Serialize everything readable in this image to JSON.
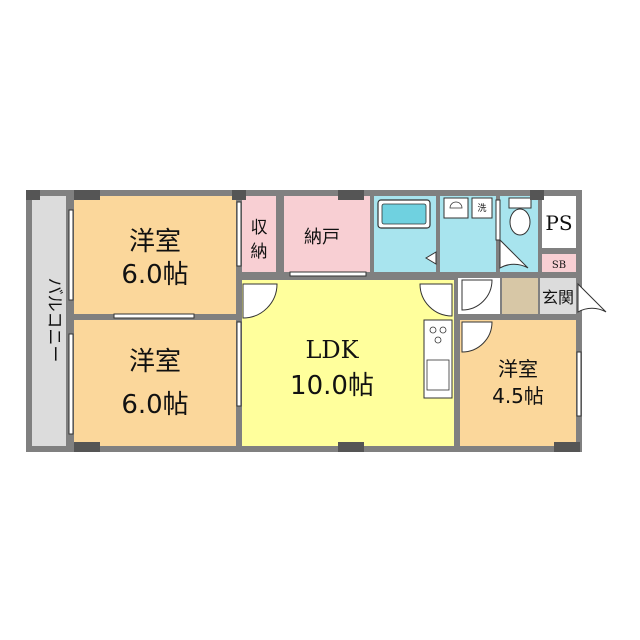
{
  "rooms": {
    "western_1": {
      "name": "洋室",
      "size": "6.0帖"
    },
    "western_2": {
      "name": "洋室",
      "size": "6.0帖"
    },
    "ldk": {
      "name": "LDK",
      "size": "10.0帖"
    },
    "western_3": {
      "name": "洋室",
      "size": "4.5帖"
    },
    "storage": {
      "line1": "収",
      "line2": "納"
    },
    "closet": {
      "name": "納戸"
    },
    "ps": {
      "name": "PS"
    },
    "sb": {
      "name": "SB"
    },
    "entrance": {
      "name": "玄関"
    },
    "washroom": {
      "name": "洗"
    },
    "balcony": {
      "name": "バルコニー"
    }
  },
  "colors": {
    "wall": "#808080",
    "western": "#fbd79b",
    "ldk": "#ffff9c",
    "storage": "#f8cfd3",
    "wet": "#a8e4ee",
    "balcony": "#dcdcdc",
    "entrance": "#d7c7a6",
    "pillar": "#555555"
  }
}
